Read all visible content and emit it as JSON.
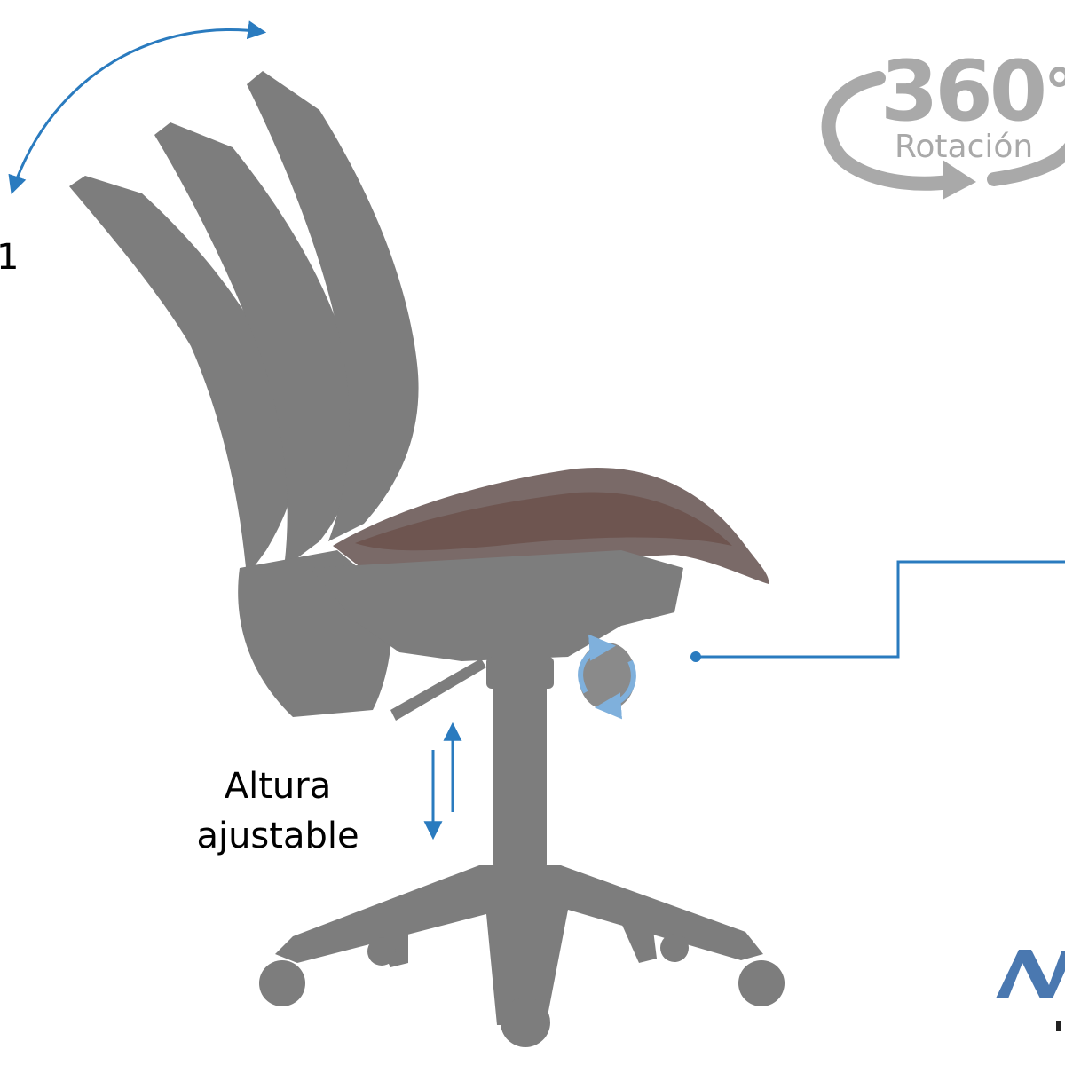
{
  "annotations": {
    "height_label_line1": "Altura",
    "height_label_line2": "ajustable",
    "left_cut_label": "1"
  },
  "rotation_badge": {
    "number": "360",
    "degree_symbol": "°",
    "word": "Rotación"
  },
  "colors": {
    "accent_blue": "#2a7bbf",
    "chair_gray": "#7d7d7d",
    "badge_gray": "#a9a9a9",
    "seat_brown": "#6e5550"
  },
  "icons": {
    "recline_arrow": "curved-double-arrow-icon",
    "height_arrows": "up-down-arrows-icon",
    "knob_rotate": "rotate-arrows-icon",
    "rotation_badge": "rotation-360-icon",
    "brand_logo": "brand-logo-icon"
  }
}
